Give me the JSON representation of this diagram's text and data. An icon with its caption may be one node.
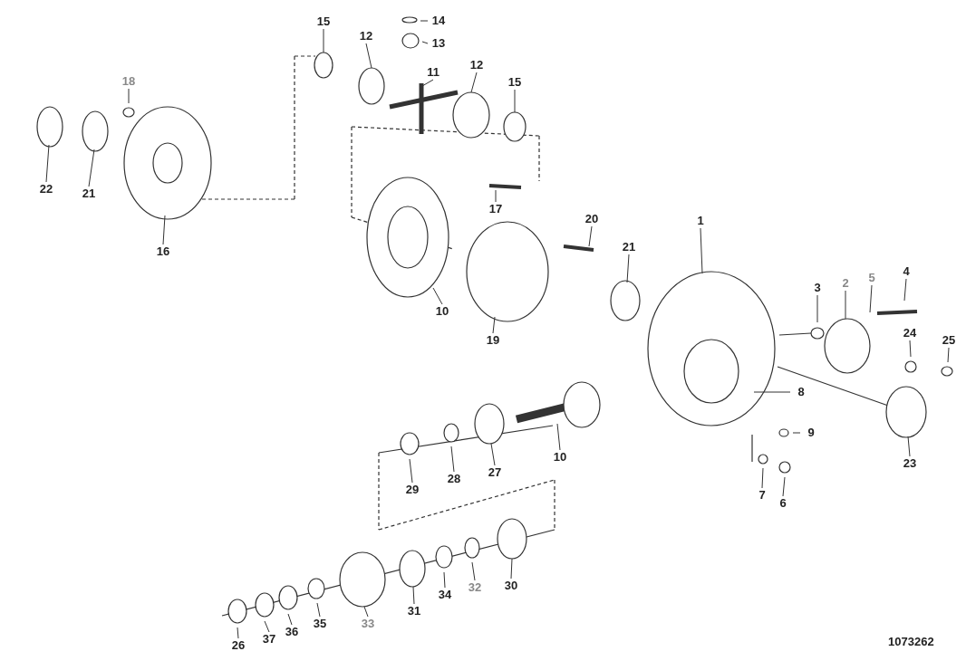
{
  "diagram": {
    "nodes": [
      {
        "text": [
          "15"
        ]
      },
      {
        "text": [
          "14"
        ]
      },
      {
        "text": [
          "13"
        ]
      },
      {
        "text": [
          "12"
        ]
      },
      {
        "text": [
          "11"
        ]
      },
      {
        "text": [
          "12"
        ]
      },
      {
        "text": [
          "15"
        ]
      },
      {
        "text": [
          "18"
        ]
      },
      {
        "text": [
          "22"
        ]
      },
      {
        "text": [
          "21"
        ]
      },
      {
        "text": [
          "16"
        ]
      },
      {
        "text": [
          "17"
        ]
      },
      {
        "text": [
          "20"
        ]
      },
      {
        "text": [
          "21"
        ]
      },
      {
        "text": [
          "1"
        ]
      },
      {
        "text": [
          "10"
        ]
      },
      {
        "text": [
          "19"
        ]
      },
      {
        "text": [
          "3"
        ]
      },
      {
        "text": [
          "2"
        ]
      },
      {
        "text": [
          "5"
        ]
      },
      {
        "text": [
          "4"
        ]
      },
      {
        "text": [
          "24"
        ]
      },
      {
        "text": [
          "25"
        ]
      },
      {
        "text": [
          "8"
        ]
      },
      {
        "text": [
          "9"
        ]
      },
      {
        "text": [
          "23"
        ]
      },
      {
        "text": [
          "7"
        ]
      },
      {
        "text": [
          "6"
        ]
      },
      {
        "text": [
          "29"
        ]
      },
      {
        "text": [
          "28"
        ]
      },
      {
        "text": [
          "27"
        ]
      },
      {
        "text": [
          "10"
        ]
      },
      {
        "text": [
          "30"
        ]
      },
      {
        "text": [
          "32"
        ]
      },
      {
        "text": [
          "34"
        ]
      },
      {
        "text": [
          "31"
        ]
      },
      {
        "text": [
          "33"
        ]
      },
      {
        "text": [
          "35"
        ]
      },
      {
        "text": [
          "36"
        ]
      },
      {
        "text": [
          "37"
        ]
      },
      {
        "text": [
          "26"
        ]
      }
    ],
    "edges": [
      {
        "from": 0,
        "to": null,
        "arrow": "none"
      },
      {
        "from": 1,
        "to": null,
        "arrow": "none"
      },
      {
        "from": 2,
        "to": null,
        "arrow": "none"
      },
      {
        "from": 3,
        "to": null,
        "arrow": "none"
      },
      {
        "from": 4,
        "to": null,
        "arrow": "none"
      },
      {
        "from": 5,
        "to": null,
        "arrow": "none"
      },
      {
        "from": 6,
        "to": null,
        "arrow": "none"
      },
      {
        "from": 7,
        "to": null,
        "arrow": "none"
      },
      {
        "from": 8,
        "to": null,
        "arrow": "none"
      },
      {
        "from": 9,
        "to": null,
        "arrow": "none"
      },
      {
        "from": 10,
        "to": null,
        "arrow": "none"
      },
      {
        "from": 11,
        "to": null,
        "arrow": "none"
      },
      {
        "from": 12,
        "to": null,
        "arrow": "none"
      },
      {
        "from": 13,
        "to": null,
        "arrow": "none"
      },
      {
        "from": 14,
        "to": null,
        "arrow": "none"
      },
      {
        "from": 15,
        "to": null,
        "arrow": "none"
      },
      {
        "from": 16,
        "to": null,
        "arrow": "none"
      },
      {
        "from": 17,
        "to": null,
        "arrow": "none"
      },
      {
        "from": 18,
        "to": null,
        "arrow": "none"
      },
      {
        "from": 19,
        "to": null,
        "arrow": "none"
      },
      {
        "from": 20,
        "to": null,
        "arrow": "none"
      },
      {
        "from": 21,
        "to": null,
        "arrow": "none"
      },
      {
        "from": 22,
        "to": null,
        "arrow": "none"
      },
      {
        "from": 23,
        "to": null,
        "arrow": "none"
      },
      {
        "from": 24,
        "to": null,
        "arrow": "none"
      },
      {
        "from": 25,
        "to": null,
        "arrow": "none"
      },
      {
        "from": 26,
        "to": null,
        "arrow": "none"
      },
      {
        "from": 27,
        "to": null,
        "arrow": "none"
      },
      {
        "from": 28,
        "to": null,
        "arrow": "none"
      },
      {
        "from": 29,
        "to": null,
        "arrow": "none"
      },
      {
        "from": 30,
        "to": null,
        "arrow": "none"
      },
      {
        "from": 31,
        "to": null,
        "arrow": "none"
      },
      {
        "from": 32,
        "to": null,
        "arrow": "none"
      },
      {
        "from": 33,
        "to": null,
        "arrow": "none"
      },
      {
        "from": 34,
        "to": null,
        "arrow": "none"
      },
      {
        "from": 35,
        "to": null,
        "arrow": "none"
      },
      {
        "from": 36,
        "to": null,
        "arrow": "none"
      },
      {
        "from": 37,
        "to": null,
        "arrow": "none"
      },
      {
        "from": 38,
        "to": null,
        "arrow": "none"
      },
      {
        "from": 39,
        "to": null,
        "arrow": "none"
      },
      {
        "from": 40,
        "to": null,
        "arrow": "none"
      }
    ],
    "labels": [
      "1073262"
    ]
  }
}
